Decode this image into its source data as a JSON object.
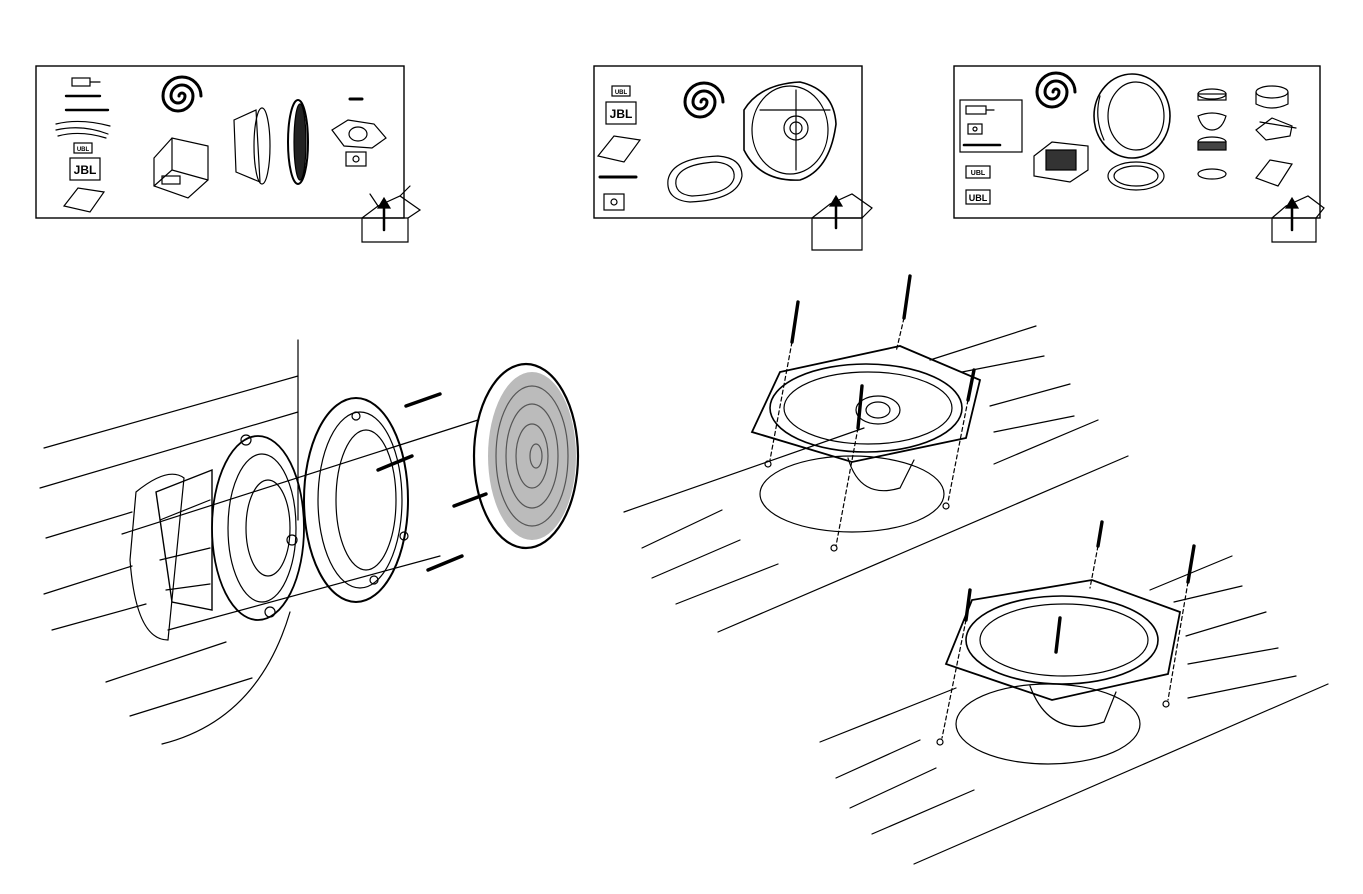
{
  "brand": {
    "logo_text": "JBL",
    "small_logo_text": "UBL"
  },
  "panels": [
    {
      "id": "component-kit",
      "contents_icon": "open-box-arrow-icon"
    },
    {
      "id": "coaxial-kit",
      "contents_icon": "open-box-arrow-icon"
    },
    {
      "id": "component-system-kit",
      "contents_icon": "open-box-arrow-icon"
    }
  ],
  "figures": [
    {
      "id": "component-woofer-exploded-install"
    },
    {
      "id": "oval-coaxial-install-upper"
    },
    {
      "id": "oval-coaxial-install-lower"
    }
  ],
  "colors": {
    "ink": "#000000",
    "paper": "#ffffff"
  }
}
